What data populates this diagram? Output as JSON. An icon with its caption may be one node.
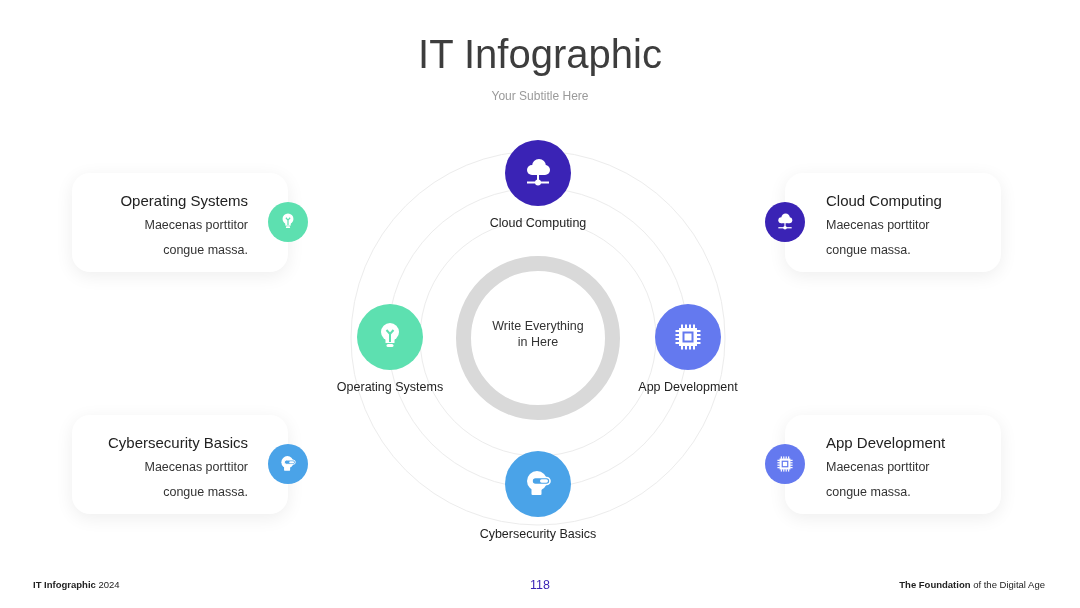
{
  "diagram": {
    "title": "IT Infographic",
    "nodes": [
      {
        "text": [
          "Cloud Computing"
        ]
      },
      {
        "text": [
          "Operating Systems",
          "Maecenas porttitor congue massa."
        ]
      },
      {
        "text": [
          "Cloud Computing",
          "Maecenas porttitor congue massa."
        ]
      },
      {
        "text": [
          "Operating Systems"
        ]
      },
      {
        "text": [
          "Write Everything in Here"
        ]
      },
      {
        "text": [
          "App Development"
        ]
      },
      {
        "text": [
          "Cybersecurity Basics",
          "Maecenas porttitor congue massa."
        ]
      },
      {
        "text": [
          "App Development",
          "Maecenas porttitor congue massa."
        ]
      },
      {
        "text": [
          "Cybersecurity Basics"
        ]
      }
    ],
    "labels": [
      "Your Subtitle Here",
      "**IT Infographic** 2024",
      "118",
      "**The Foundation** of the Digital Age"
    ]
  }
}
